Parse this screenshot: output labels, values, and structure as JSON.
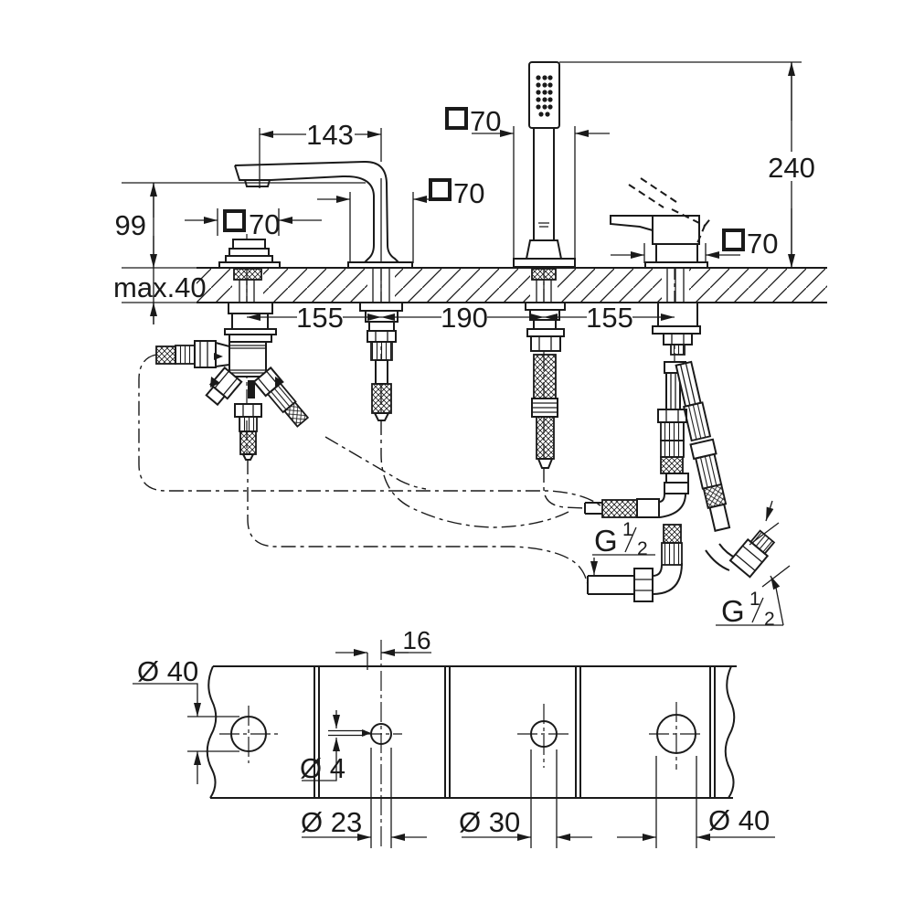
{
  "dimensions": {
    "spout_reach": "143",
    "spout_height": "99",
    "shower_height": "240",
    "deck_max_thickness": "max.40",
    "hole_spacing_left": "155",
    "hole_spacing_center": "190",
    "hole_spacing_right": "155",
    "escutcheon_size": "70",
    "pilot_offset": "16"
  },
  "thread_label": {
    "letter": "G",
    "numerator": "1",
    "slash": "/",
    "denominator": "2"
  },
  "plan_labels": {
    "hole1_diameter": "Ø 40",
    "pilot_diameter": "Ø 4",
    "hole2_diameter": "Ø 23",
    "hole3_diameter": "Ø 30",
    "hole4_diameter": "Ø 40"
  }
}
